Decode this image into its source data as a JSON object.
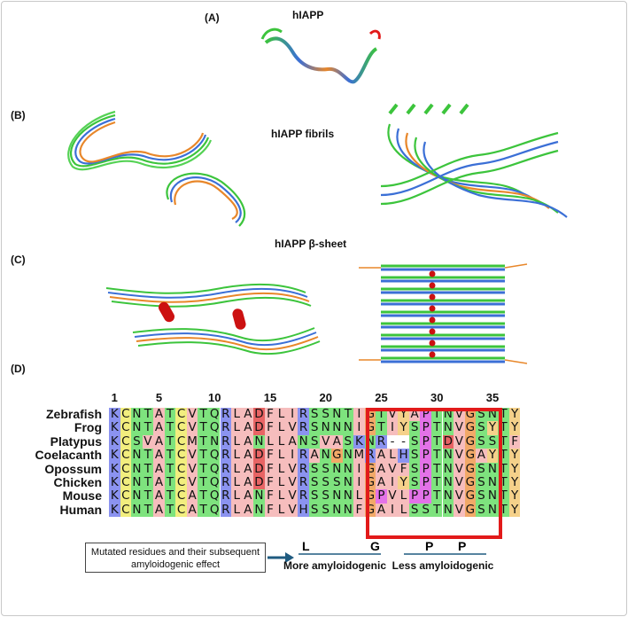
{
  "panels": {
    "a": {
      "label": "(A)",
      "title": "hIAPP"
    },
    "b": {
      "label": "(B)",
      "title": "hIAPP fibrils"
    },
    "c": {
      "label": "(C)",
      "title": "hIAPP β-sheet"
    },
    "d": {
      "label": "(D)"
    }
  },
  "alignment": {
    "position_labels": [
      "1",
      "5",
      "10",
      "15",
      "20",
      "25",
      "30",
      "35"
    ],
    "position_indices": [
      1,
      5,
      10,
      15,
      20,
      25,
      30,
      35
    ],
    "species": [
      "Zebrafish",
      "Frog",
      "Platypus",
      "Coelacanth",
      "Opossum",
      "Chicken",
      "Mouse",
      "Human"
    ],
    "sequences": [
      "KCNTATCVTQRLADFLIRSSNTIGTVYAPTNVGSNTY",
      "KCNTATCVTQRLADFLVRSNNNIGTIYSPTNVGSYTY",
      "KCSVATCMTNRLANLLANSVASKNR--SPTDVGSSTF",
      "KCNTATCVTQRLADFLIRANGNMRALHSPTNVGAYTY",
      "KCNTATCVTQRLADFLVRSSNNIGAVFSPTNVGSNTY",
      "KCNTATCVTQRLADFLVRSSSNIGAIYSPTNVGSNTY",
      "KCNTATCATQRLANFLVRSSNNLGPVLPPTNVGSNTY",
      "KCNTATCATQRLANFLVHSSNNFGAILSSTNVGSNTY"
    ],
    "residue_colors": {
      "K": "#8b93f0",
      "R": "#8b93f0",
      "H": "#8b93f0",
      "C": "#f2ee7e",
      "N": "#7ee37e",
      "T": "#7ee37e",
      "Q": "#7ee37e",
      "S": "#7ee37e",
      "G": "#f2a968",
      "A": "#f6bdbd",
      "V": "#f6bdbd",
      "L": "#f6bdbd",
      "I": "#f6bdbd",
      "M": "#f6bdbd",
      "F": "#f6bdbd",
      "D": "#e86464",
      "E": "#e86464",
      "Y": "#f5d18a",
      "P": "#e372e8",
      "W": "#f5d18a",
      "-": "#ffffff"
    }
  },
  "annotation": {
    "note": "Mutated residues and their subsequent amyloidogenic effect",
    "more_marks": [
      {
        "text": "L",
        "color": "#e21a1a"
      },
      {
        "text": "G",
        "color": "#e21a1a"
      }
    ],
    "less_marks": [
      {
        "text": "P",
        "color": "#1f78b4"
      },
      {
        "text": "P",
        "color": "#1f78b4"
      }
    ],
    "more_label": "More amyloidogenic",
    "less_label": "Less amyloidogenic"
  }
}
